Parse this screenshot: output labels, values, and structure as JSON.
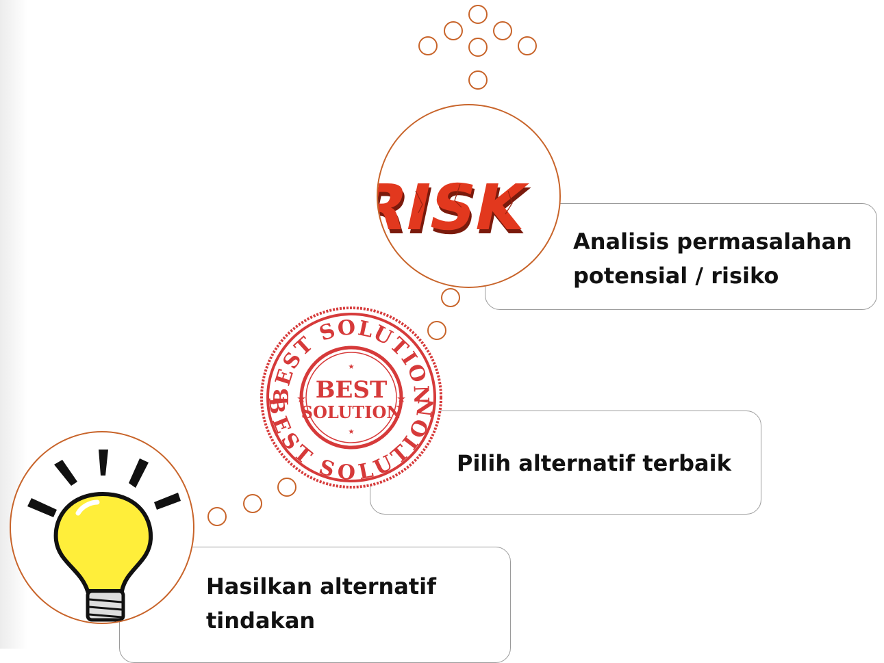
{
  "steps": [
    {
      "label": "Analisis permasalahan\npotensial / risiko",
      "icon": "risk-3d-text-icon",
      "icon_text": "RISK"
    },
    {
      "label": "Pilih alternatif terbaik",
      "icon": "best-solution-stamp-icon",
      "icon_text_outer": "BEST SOLUTION",
      "icon_text_center_1": "BEST",
      "icon_text_center_2": "SOLUTION"
    },
    {
      "label": "Hasilkan alternatif\ntindakan",
      "icon": "lightbulb-icon"
    }
  ],
  "colors": {
    "accent": "#c8642a",
    "card_border": "#9a9a9a",
    "risk_red": "#e2381e",
    "stamp_red": "#d63a3a",
    "bulb_yellow": "#ffee3a"
  }
}
